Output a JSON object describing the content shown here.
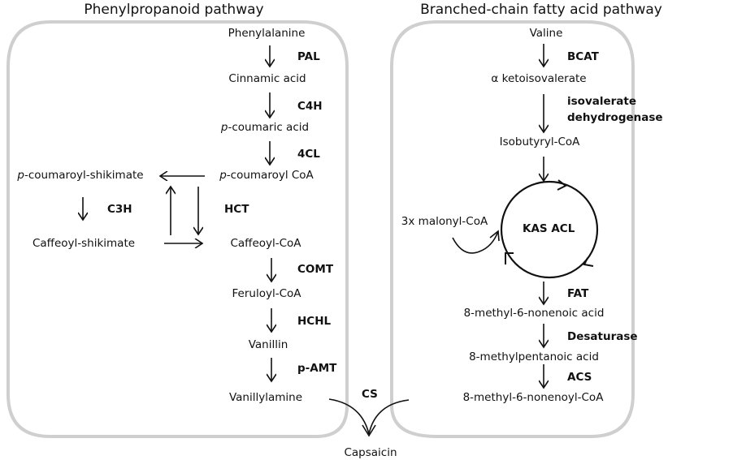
{
  "panels": {
    "left_title": "Phenylpropanoid pathway",
    "right_title": "Branched-chain fatty acid pathway"
  },
  "phenylpropanoid": {
    "compounds": {
      "phenylalanine": "Phenylalanine",
      "cinnamic_acid": "Cinnamic acid",
      "p_coumaric_prefix": "p",
      "p_coumaric_rest": "-coumaric acid",
      "p_coumaroyl_coa_prefix": "p",
      "p_coumaroyl_coa_rest": "-coumaroyl CoA",
      "p_coumaroyl_shikimate_prefix": "p",
      "p_coumaroyl_shikimate_rest": "-coumaroyl-shikimate",
      "caffeoyl_shikimate": "Caffeoyl-shikimate",
      "caffeoyl_coa": "Caffeoyl-CoA",
      "feruloyl_coa": "Feruloyl-CoA",
      "vanillin": "Vanillin",
      "vanillylamine": "Vanillylamine"
    },
    "enzymes": {
      "pal": "PAL",
      "c4h": "C4H",
      "4cl": "4CL",
      "c3h": "C3H",
      "hct": "HCT",
      "comt": "COMT",
      "hchl": "HCHL",
      "pamt": "p-AMT"
    }
  },
  "bcfa": {
    "compounds": {
      "valine": "Valine",
      "ketoisovalerate": "α ketoisovalerate",
      "isobutyryl_coa": "Isobutyryl-CoA",
      "malonyl_coa": "3x malonyl-CoA",
      "nonenoic_acid": "8-methyl-6-nonenoic acid",
      "methylpentanoic_acid": "8-methylpentanoic acid",
      "nonenoyl_coa": "8-methyl-6-nonenoyl-CoA"
    },
    "enzymes": {
      "bcat": "BCAT",
      "ivd_line1": "isovalerate",
      "ivd_line2": "dehydrogenase",
      "cycle": "KAS ACL",
      "fat": "FAT",
      "desaturase": "Desaturase",
      "acs": "ACS"
    }
  },
  "final": {
    "enzyme": "CS",
    "product": "Capsaicin"
  },
  "colors": {
    "box_border": "#cfcfcf",
    "arrow": "#111111"
  }
}
